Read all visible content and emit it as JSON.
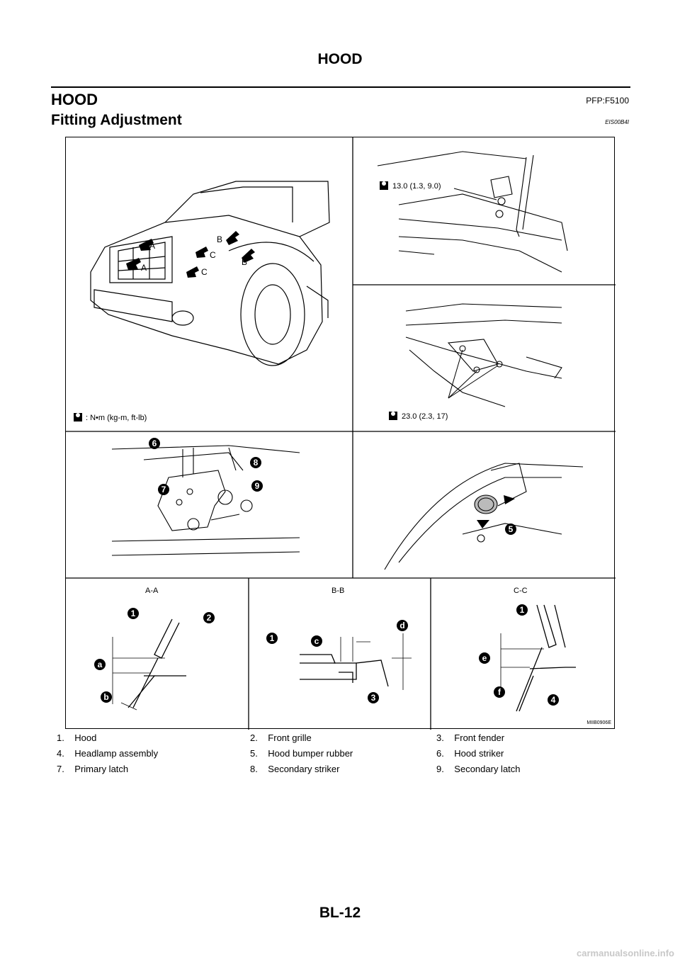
{
  "header": {
    "running_title": "HOOD"
  },
  "section": {
    "title": "HOOD",
    "part_code": "PFP:F5100"
  },
  "subsection": {
    "title": "Fitting Adjustment",
    "code": "EIS00B4I"
  },
  "figure": {
    "torque_units": ": N•m (kg-m, ft-lb)",
    "torque_upper": "13.0 (1.3, 9.0)",
    "torque_lower": "23.0 (2.3, 17)",
    "view_labels": {
      "a": "A",
      "b": "B",
      "c": "C"
    },
    "section_titles": [
      "A-A",
      "B-B",
      "C-C"
    ],
    "callouts": [
      "1",
      "2",
      "3",
      "4",
      "5",
      "6",
      "7",
      "8",
      "9"
    ],
    "letters": [
      "a",
      "b",
      "c",
      "d",
      "e",
      "f"
    ],
    "figure_id": "MIIB0906E"
  },
  "legend": [
    {
      "num": "1.",
      "label": "Hood"
    },
    {
      "num": "2.",
      "label": "Front grille"
    },
    {
      "num": "3.",
      "label": "Front fender"
    },
    {
      "num": "4.",
      "label": "Headlamp assembly"
    },
    {
      "num": "5.",
      "label": "Hood bumper rubber"
    },
    {
      "num": "6.",
      "label": "Hood striker"
    },
    {
      "num": "7.",
      "label": "Primary latch"
    },
    {
      "num": "8.",
      "label": "Secondary striker"
    },
    {
      "num": "9.",
      "label": "Secondary latch"
    }
  ],
  "footer": {
    "page_number": "BL-12"
  },
  "watermark": "carmanualsonline.info"
}
